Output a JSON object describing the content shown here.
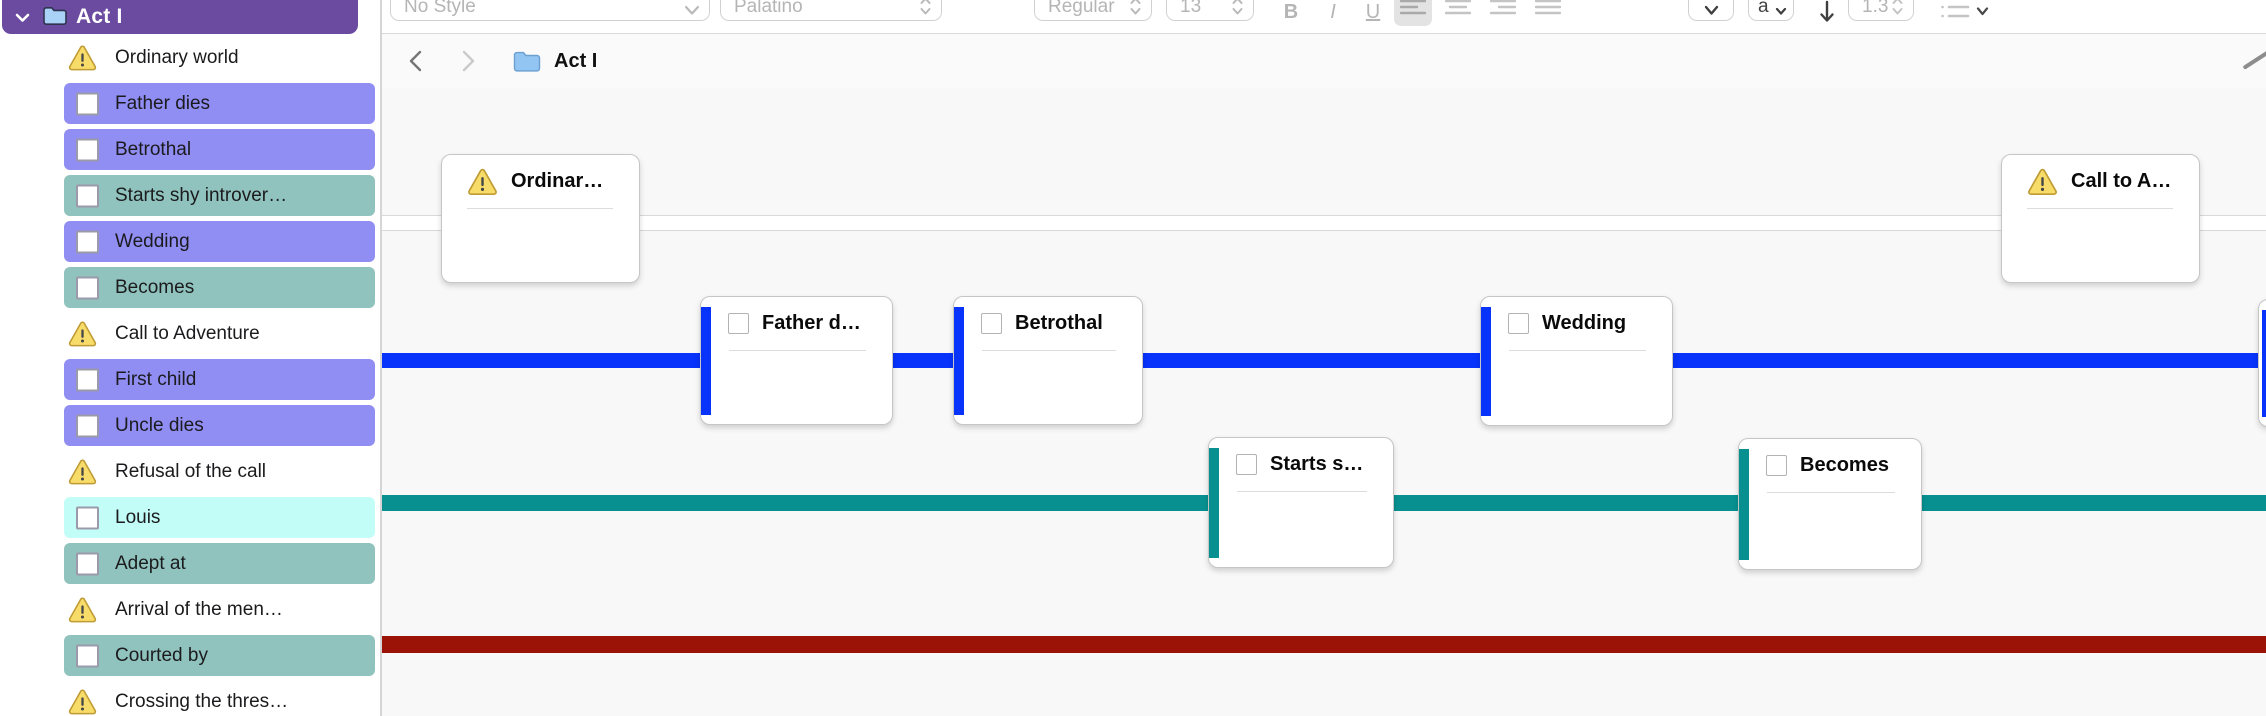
{
  "sidebar": {
    "header": {
      "label": "Act I",
      "icon": "folder-icon",
      "disclosure": "chevron-down-icon"
    },
    "items": [
      {
        "label": "Ordinary world",
        "type": "warning",
        "color": null
      },
      {
        "label": "Father dies",
        "type": "label",
        "color": "#908df3"
      },
      {
        "label": "Betrothal",
        "type": "label",
        "color": "#908df3"
      },
      {
        "label": "Starts shy introver…",
        "type": "label",
        "color": "#90c3be"
      },
      {
        "label": "Wedding",
        "type": "label",
        "color": "#908df3"
      },
      {
        "label": "Becomes",
        "type": "label",
        "color": "#90c3be"
      },
      {
        "label": "Call to Adventure",
        "type": "warning",
        "color": null
      },
      {
        "label": "First child",
        "type": "label",
        "color": "#908df3"
      },
      {
        "label": "Uncle dies",
        "type": "label",
        "color": "#908df3"
      },
      {
        "label": "Refusal of the call",
        "type": "warning",
        "color": null
      },
      {
        "label": "Louis",
        "type": "label",
        "color": "#c3fdf8"
      },
      {
        "label": "Adept at",
        "type": "label",
        "color": "#90c3be"
      },
      {
        "label": "Arrival of the men…",
        "type": "warning",
        "color": null
      },
      {
        "label": "Courted by",
        "type": "label",
        "color": "#90c3be"
      },
      {
        "label": "Crossing the thres…",
        "type": "warning",
        "color": null
      }
    ]
  },
  "format_bar": {
    "style_name": "No Style",
    "font_name": "Palatino",
    "font_variant": "Regular",
    "font_size": "13",
    "bold": "B",
    "italic": "I",
    "underline": "U",
    "highlight_letter": "a",
    "line_spacing": "1.3"
  },
  "editor_header": {
    "title": "Act I",
    "back_enabled": true,
    "forward_enabled": false
  },
  "board": {
    "colors": {
      "none": "#ffffff",
      "blue": "#0733fb",
      "teal": "#089091",
      "red": "#9a1306"
    },
    "tracks": [
      {
        "name": "no-label",
        "color": "#ffffff"
      },
      {
        "name": "blue-label-line",
        "color": "#0733fb"
      },
      {
        "name": "teal-label-line",
        "color": "#089091"
      },
      {
        "name": "red-label-line",
        "color": "#9a1306"
      }
    ],
    "cards": [
      {
        "title": "Ordinar…",
        "icon": "warning",
        "label": "none"
      },
      {
        "title": "Call to A…",
        "icon": "warning",
        "label": "none"
      },
      {
        "title": "Father d…",
        "icon": "checkbox",
        "label": "blue"
      },
      {
        "title": "Betrothal",
        "icon": "checkbox",
        "label": "blue"
      },
      {
        "title": "Wedding",
        "icon": "checkbox",
        "label": "blue"
      },
      {
        "title": "Starts s…",
        "icon": "checkbox",
        "label": "teal"
      },
      {
        "title": "Becomes",
        "icon": "checkbox",
        "label": "teal"
      }
    ],
    "binder_purple": "#6a4ba0"
  }
}
